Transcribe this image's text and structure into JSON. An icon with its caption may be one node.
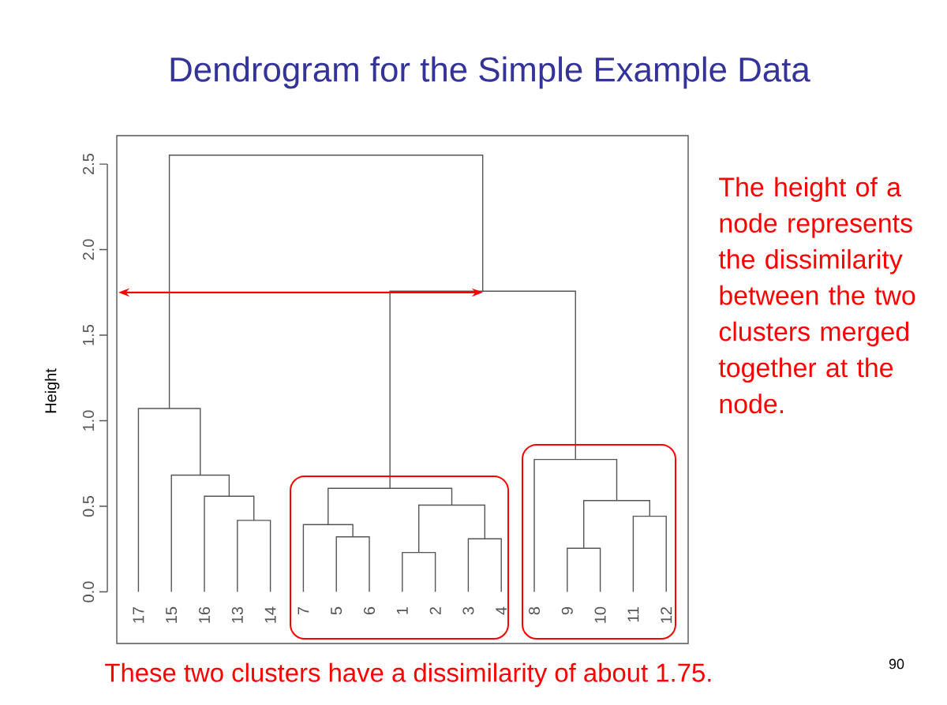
{
  "diagram": {
    "title": "Dendrogram for the Simple Example Data",
    "labels": [
      "Height",
      "0.0",
      "0.5",
      "1.0",
      "1.5",
      "2.0",
      "2.5",
      "17",
      "15",
      "16",
      "13",
      "14",
      "7",
      "5",
      "6",
      "1",
      "2",
      "3",
      "4",
      "8",
      "9",
      "10",
      "11",
      "12",
      "The height of a node represents the dissimilarity between the two clusters merged together at the node.",
      "These two clusters have a dissimilarity of about 1.75.",
      "90"
    ]
  }
}
